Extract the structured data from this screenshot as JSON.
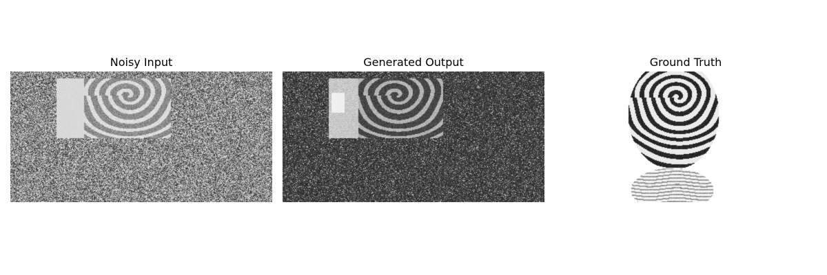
{
  "panels": [
    {
      "title": "Noisy Input"
    },
    {
      "title": "Generated Output"
    },
    {
      "title": "Ground Truth"
    }
  ]
}
